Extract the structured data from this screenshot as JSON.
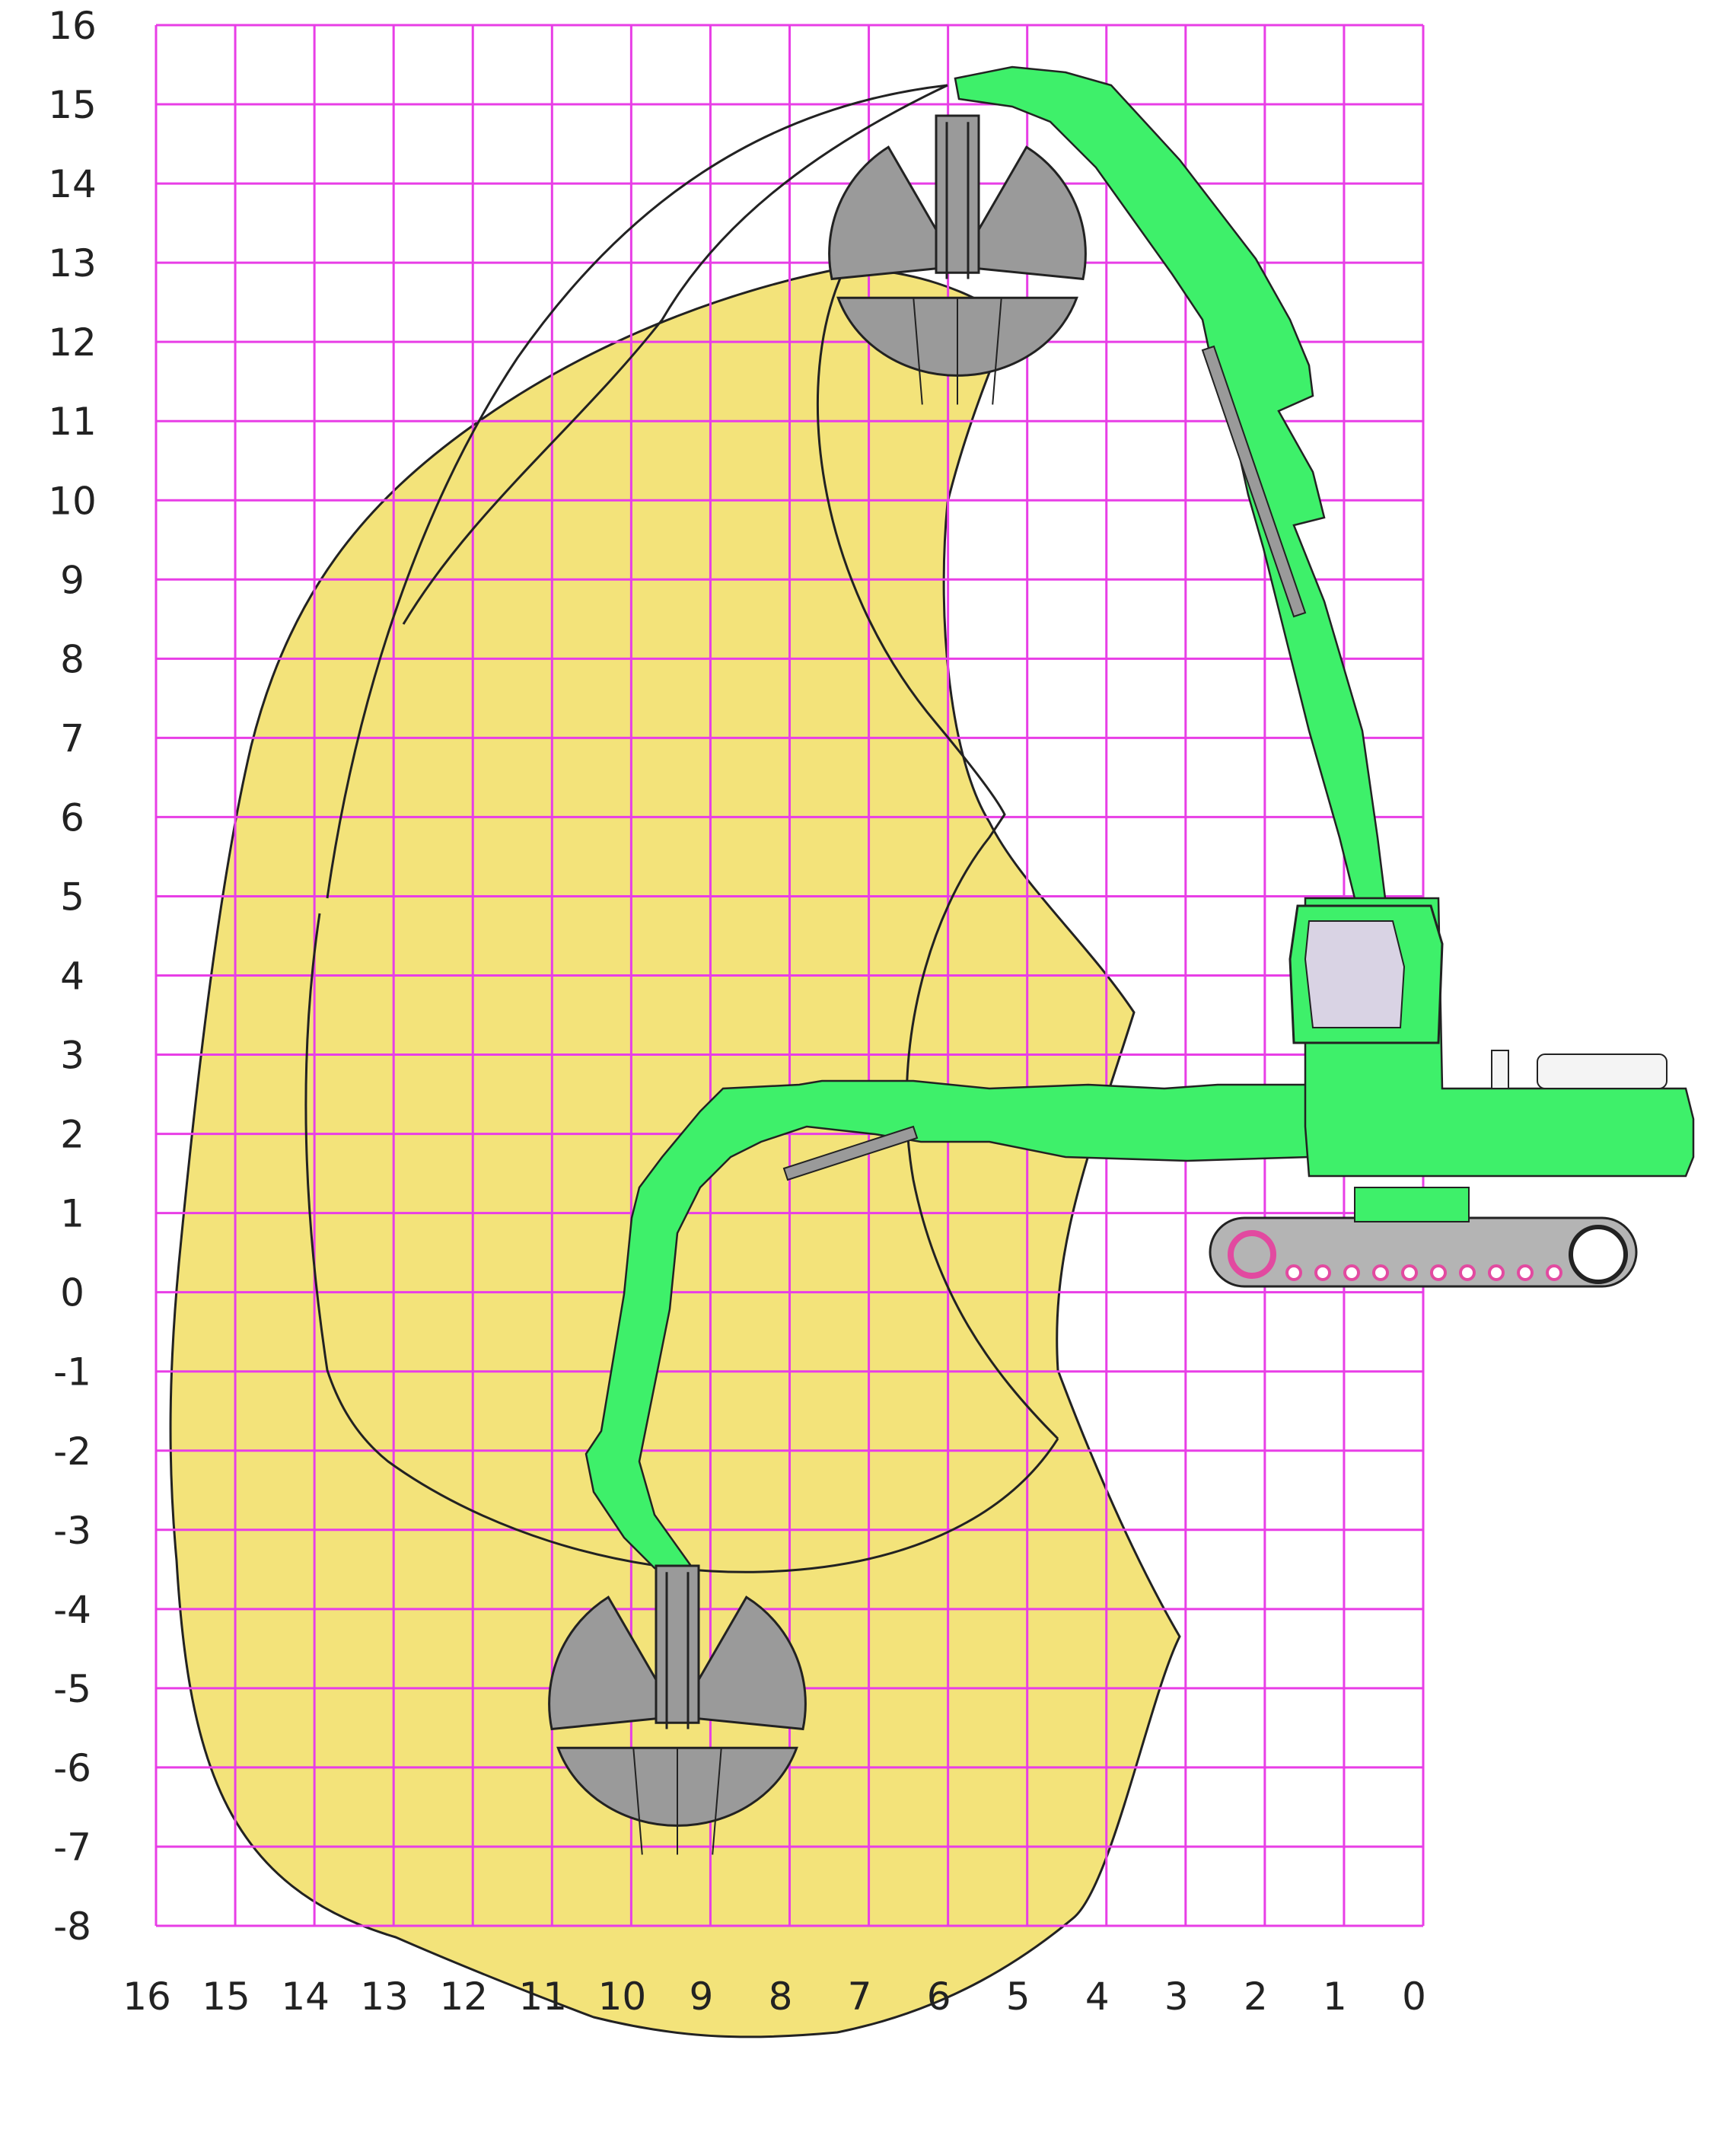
{
  "colors": {
    "grid": "#e83ee6",
    "envelope": "#f3e37a",
    "machine": "#3ef06a",
    "grab": "#9a9a9a",
    "outline": "#222222",
    "cab_glass": "#d9d3e4",
    "track": "#b4b4b4",
    "roller": "#e24aa0"
  },
  "y_labels": [
    "16",
    "15",
    "14",
    "13",
    "12",
    "11",
    "10",
    "9",
    "8",
    "7",
    "6",
    "5",
    "4",
    "3",
    "2",
    "1",
    "0",
    "-1",
    "-2",
    "-3",
    "-4",
    "-5",
    "-6",
    "-7",
    "-8"
  ],
  "x_labels": [
    "16",
    "15",
    "14",
    "13",
    "12",
    "11",
    "10",
    "9",
    "8",
    "7",
    "6",
    "5",
    "4",
    "3",
    "2",
    "1",
    "0"
  ],
  "icons": {
    "machine": "material-handler-icon",
    "upper_grab": "clamshell-grab-icon",
    "lower_grab": "clamshell-grab-icon"
  }
}
